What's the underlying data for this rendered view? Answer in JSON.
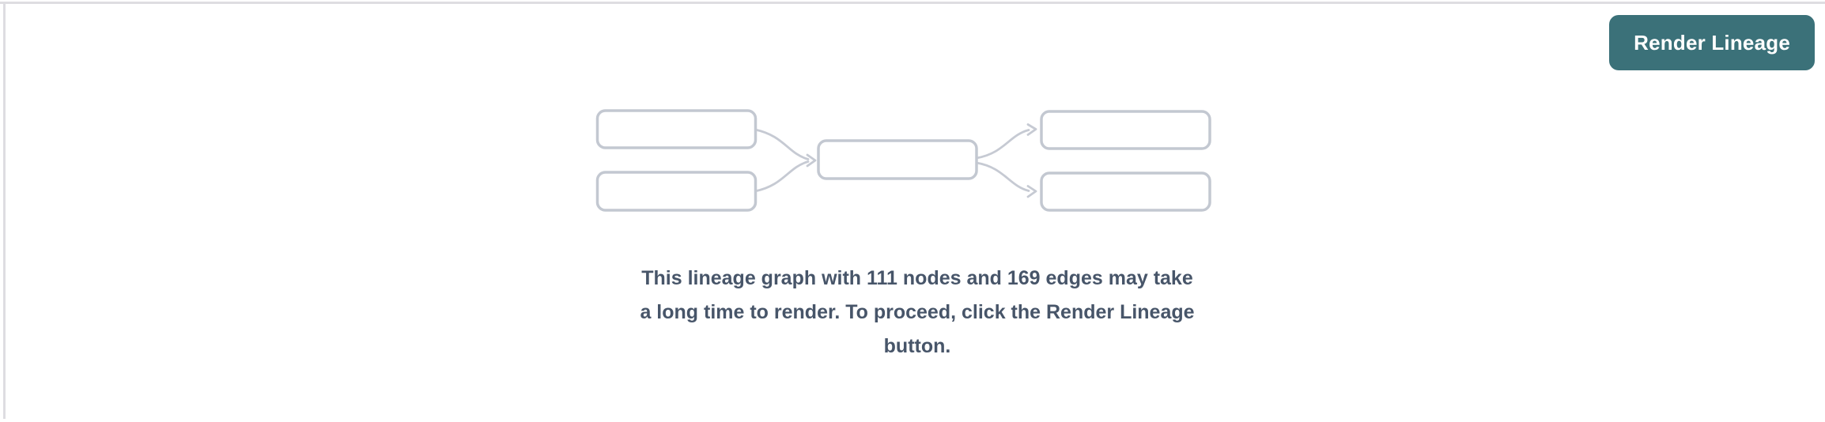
{
  "header": {
    "render_button_label": "Render Lineage"
  },
  "message": {
    "full_text": "This lineage graph with 111 nodes and 169 edges may take a long time to render. To proceed, click the Render Lineage button.",
    "lines": [
      "This lineage graph with 111 nodes and 169 edges may take",
      "a long time to render. To proceed, click the Render Lineage",
      "button."
    ],
    "node_count": "111",
    "edge_count": "169"
  },
  "diagram": {
    "description": "lineage-graph-placeholder",
    "placeholder_node_count": 5,
    "placeholder_edge_count": 4,
    "layout": "two sources converge into one center node which fans out to two targets"
  },
  "colors": {
    "background": "#ffffff",
    "border_line": "#dedde1",
    "button_bg": "#3b7179",
    "button_text": "#ffffff",
    "message_text": "#475569",
    "node_stroke": "#c3c8d1",
    "edge_stroke": "#c6cad3"
  }
}
